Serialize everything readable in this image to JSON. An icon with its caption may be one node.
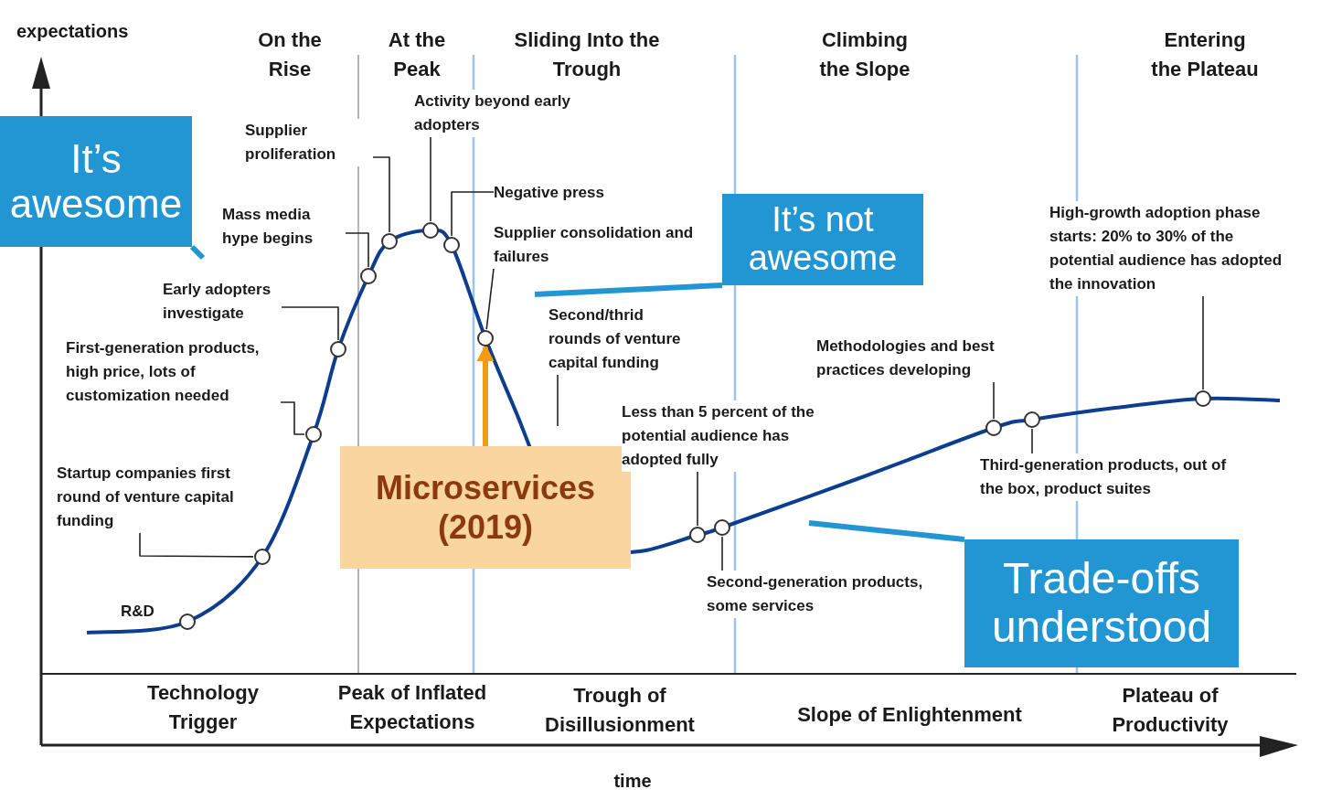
{
  "diagram": {
    "nodes": [
      {
        "text": [
          "It’s awesome"
        ]
      },
      {
        "text": [
          "It’s not awesome"
        ]
      },
      {
        "text": [
          "Trade-offs understood"
        ]
      },
      {
        "text": [
          "Microservices (2019)"
        ]
      },
      {
        "text": [
          "Startup companies first round of venture capital funding"
        ]
      },
      {
        "text": [
          "First-generation products, high price, lots of customization needed"
        ]
      },
      {
        "text": [
          "Early adopters investigate"
        ]
      },
      {
        "text": [
          "Mass media hype begins"
        ]
      },
      {
        "text": [
          "Supplier proliferation"
        ]
      },
      {
        "text": [
          "Activity beyond early adopters"
        ]
      },
      {
        "text": [
          "Negative press"
        ]
      },
      {
        "text": [
          "Supplier consolidation and failures"
        ]
      },
      {
        "text": [
          "Second/thrid rounds of venture capital funding"
        ]
      },
      {
        "text": [
          "Less than 5 percent of the potential audience has adopted fully"
        ]
      },
      {
        "text": [
          "Methodologies and best practices developing"
        ]
      },
      {
        "text": [
          "High-growth adoption phase starts: 20% to 30% of the potential audience has adopted the innovation"
        ]
      },
      {
        "text": [
          "Third-generation products, out of the box, product suites"
        ]
      },
      {
        "text": [
          "Second-generation products, some services"
        ]
      },
      {
        "text": [],
        "shape": "circle",
        "beside": [
          "R&D"
        ]
      },
      {
        "text": [],
        "shape": "circle"
      },
      {
        "text": [],
        "shape": "circle"
      },
      {
        "text": [],
        "shape": "circle"
      },
      {
        "text": [],
        "shape": "circle"
      },
      {
        "text": [],
        "shape": "circle"
      },
      {
        "text": [],
        "shape": "circle"
      },
      {
        "text": [],
        "shape": "circle"
      },
      {
        "text": [],
        "shape": "circle"
      },
      {
        "text": [],
        "shape": "circle"
      },
      {
        "text": [],
        "shape": "circle"
      },
      {
        "text": [],
        "shape": "circle"
      },
      {
        "text": [],
        "shape": "circle"
      },
      {
        "text": [],
        "shape": "circle"
      }
    ],
    "edges": [
      {
        "from": 4,
        "to": 19,
        "arrow": "none"
      },
      {
        "from": 5,
        "to": 20,
        "arrow": "none"
      },
      {
        "from": 6,
        "to": 21,
        "arrow": "none"
      },
      {
        "from": 7,
        "to": 22,
        "arrow": "none"
      },
      {
        "from": 8,
        "to": 23,
        "arrow": "none"
      },
      {
        "from": 9,
        "to": 24,
        "arrow": "none"
      },
      {
        "from": 10,
        "to": 25,
        "arrow": "none"
      },
      {
        "from": 11,
        "to": 26,
        "arrow": "none"
      },
      {
        "from": 12,
        "to": null,
        "arrow": "none"
      },
      {
        "from": 13,
        "to": 27,
        "arrow": "none"
      },
      {
        "from": 17,
        "to": 28,
        "arrow": "none"
      },
      {
        "from": 14,
        "to": 29,
        "arrow": "none"
      },
      {
        "from": 16,
        "to": 30,
        "arrow": "none"
      },
      {
        "from": 15,
        "to": 31,
        "arrow": "none"
      },
      {
        "from": 0,
        "to": null,
        "arrow": "none",
        "style": "thick",
        "color": "#2196d3"
      },
      {
        "from": 1,
        "to": null,
        "arrow": "none",
        "style": "thick",
        "color": "#2196d3"
      },
      {
        "from": 2,
        "to": null,
        "arrow": "none",
        "style": "thick",
        "color": "#2196d3"
      },
      {
        "from": 3,
        "to": 26,
        "arrow": "to",
        "style": "thick",
        "color": "#f39c12"
      }
    ],
    "labels": [
      "expectations",
      "On the Rise",
      "At the Peak",
      "Sliding Into the Trough",
      "Climbing the Slope",
      "Entering the Plateau",
      "Technology Trigger",
      "Peak of Inflated Expectations",
      "Trough of Disillusionment",
      "Slope of Enlightenment",
      "Plateau of Productivity",
      "time"
    ]
  }
}
